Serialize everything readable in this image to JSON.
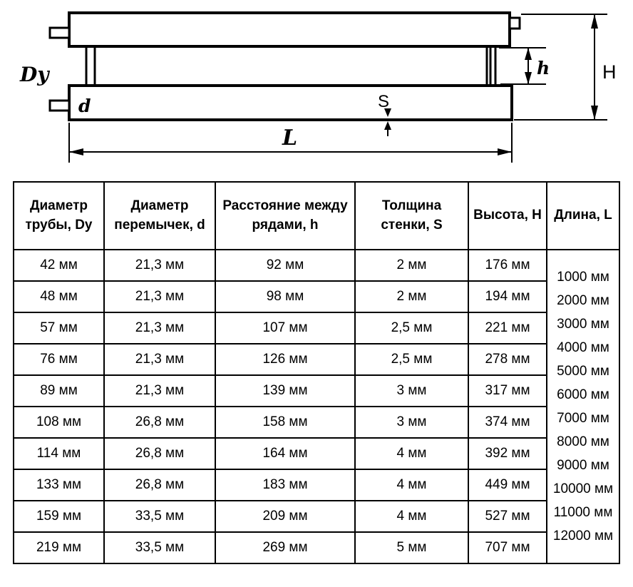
{
  "diagram": {
    "labels": {
      "pipe_diameter": "Dy",
      "jumper_diameter": "d",
      "row_spacing": "h",
      "wall_thickness": "S",
      "height": "H",
      "length": "L"
    }
  },
  "table": {
    "headers": [
      "Диаметр трубы, Dy",
      "Диаметр перемычек, d",
      "Расстояние между рядами, h",
      "Толщина стенки, S",
      "Высота, H",
      "Длина, L"
    ],
    "rows": [
      [
        "42 мм",
        "21,3 мм",
        "92 мм",
        "2 мм",
        "176 мм"
      ],
      [
        "48 мм",
        "21,3 мм",
        "98 мм",
        "2 мм",
        "194 мм"
      ],
      [
        "57 мм",
        "21,3 мм",
        "107 мм",
        "2,5 мм",
        "221 мм"
      ],
      [
        "76 мм",
        "21,3 мм",
        "126 мм",
        "2,5 мм",
        "278 мм"
      ],
      [
        "89 мм",
        "21,3 мм",
        "139 мм",
        "3 мм",
        "317 мм"
      ],
      [
        "108 мм",
        "26,8 мм",
        "158 мм",
        "3 мм",
        "374 мм"
      ],
      [
        "114 мм",
        "26,8 мм",
        "164 мм",
        "4 мм",
        "392 мм"
      ],
      [
        "133 мм",
        "26,8 мм",
        "183 мм",
        "4 мм",
        "449 мм"
      ],
      [
        "159 мм",
        "33,5 мм",
        "209 мм",
        "4 мм",
        "527 мм"
      ],
      [
        "219 мм",
        "33,5 мм",
        "269 мм",
        "5 мм",
        "707 мм"
      ]
    ],
    "lengths": [
      "1000 мм",
      "2000 мм",
      "3000 мм",
      "4000 мм",
      "5000 мм",
      "6000 мм",
      "7000 мм",
      "8000 мм",
      "9000 мм",
      "10000 мм",
      "11000 мм",
      "12000 мм"
    ]
  },
  "colors": {
    "line": "#000000",
    "background": "#ffffff"
  }
}
